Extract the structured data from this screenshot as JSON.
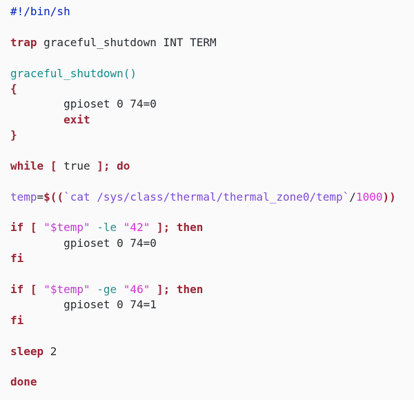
{
  "lines": [
    [
      {
        "t": "#!/bin/sh",
        "c": "comment"
      }
    ],
    [],
    [
      {
        "t": "trap",
        "c": "kw"
      },
      {
        "t": " graceful_shutdown INT TERM",
        "c": "cmd"
      }
    ],
    [],
    [
      {
        "t": "graceful_shutdown()",
        "c": "fn"
      }
    ],
    [
      {
        "t": "{",
        "c": "kw"
      }
    ],
    [
      {
        "t": "        gpioset 0 74=0",
        "c": "cmd"
      }
    ],
    [
      {
        "t": "        ",
        "c": "cmd"
      },
      {
        "t": "exit",
        "c": "kw"
      }
    ],
    [
      {
        "t": "}",
        "c": "kw"
      }
    ],
    [],
    [
      {
        "t": "while",
        "c": "kw"
      },
      {
        "t": " ",
        "c": "cmd"
      },
      {
        "t": "[",
        "c": "kw"
      },
      {
        "t": " true ",
        "c": "cmd"
      },
      {
        "t": "];",
        "c": "kw"
      },
      {
        "t": " ",
        "c": "cmd"
      },
      {
        "t": "do",
        "c": "kw"
      }
    ],
    [],
    [
      {
        "t": "temp",
        "c": "var"
      },
      {
        "t": "=",
        "c": "cmd"
      },
      {
        "t": "$((",
        "c": "kw"
      },
      {
        "t": "`cat /sys/class/thermal/thermal_zone0/temp`",
        "c": "var"
      },
      {
        "t": "/",
        "c": "cmd"
      },
      {
        "t": "1000",
        "c": "num"
      },
      {
        "t": "))",
        "c": "kw"
      }
    ],
    [],
    [
      {
        "t": "if",
        "c": "kw"
      },
      {
        "t": " ",
        "c": "cmd"
      },
      {
        "t": "[",
        "c": "kw"
      },
      {
        "t": " ",
        "c": "cmd"
      },
      {
        "t": "\"$temp\"",
        "c": "str"
      },
      {
        "t": " -le ",
        "c": "op"
      },
      {
        "t": "\"42\"",
        "c": "num"
      },
      {
        "t": " ",
        "c": "cmd"
      },
      {
        "t": "];",
        "c": "kw"
      },
      {
        "t": " ",
        "c": "cmd"
      },
      {
        "t": "then",
        "c": "kw"
      }
    ],
    [
      {
        "t": "        gpioset 0 74=0",
        "c": "cmd"
      }
    ],
    [
      {
        "t": "fi",
        "c": "kw"
      }
    ],
    [],
    [
      {
        "t": "if",
        "c": "kw"
      },
      {
        "t": " ",
        "c": "cmd"
      },
      {
        "t": "[",
        "c": "kw"
      },
      {
        "t": " ",
        "c": "cmd"
      },
      {
        "t": "\"$temp\"",
        "c": "str"
      },
      {
        "t": " -ge ",
        "c": "op"
      },
      {
        "t": "\"46\"",
        "c": "num"
      },
      {
        "t": " ",
        "c": "cmd"
      },
      {
        "t": "];",
        "c": "kw"
      },
      {
        "t": " ",
        "c": "cmd"
      },
      {
        "t": "then",
        "c": "kw"
      }
    ],
    [
      {
        "t": "        gpioset 0 74=1",
        "c": "cmd"
      }
    ],
    [
      {
        "t": "fi",
        "c": "kw"
      }
    ],
    [],
    [
      {
        "t": "sleep",
        "c": "kw"
      },
      {
        "t": " 2",
        "c": "cmd"
      }
    ],
    [],
    [
      {
        "t": "done",
        "c": "kw"
      }
    ]
  ]
}
